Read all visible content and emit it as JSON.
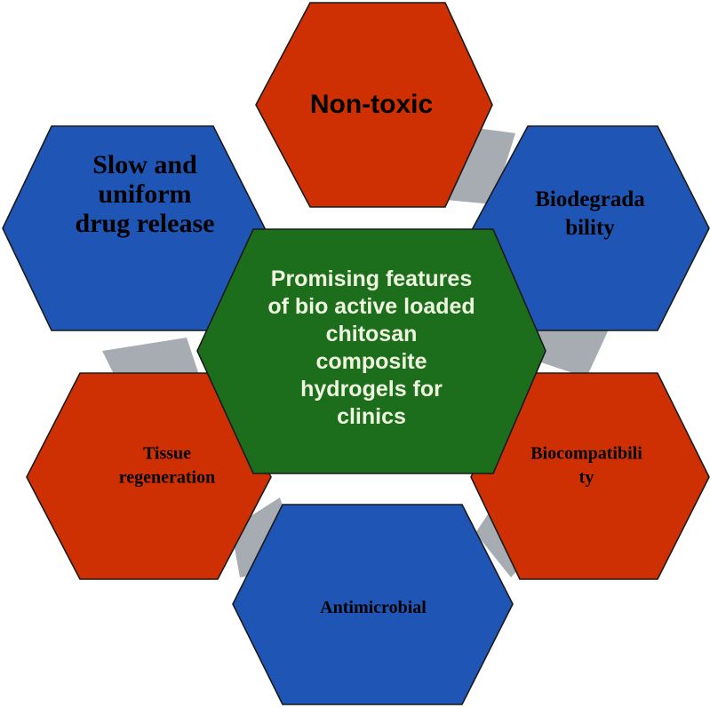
{
  "colors": {
    "red": "#cf3003",
    "blue": "#1f55b5",
    "green": "#1d6e1c",
    "connector": "#a7abb2",
    "center_text": "#eef6df",
    "outer_text": "#000000"
  },
  "center": {
    "lines": [
      "Promising features",
      "of bio active loaded",
      "chitosan",
      "composite",
      "hydrogels for",
      "clinics"
    ]
  },
  "features": [
    {
      "id": "non-toxic",
      "color": "red",
      "lines": [
        "Non-toxic"
      ]
    },
    {
      "id": "biodegradability",
      "color": "blue",
      "lines": [
        "Biodegrada",
        "bility"
      ]
    },
    {
      "id": "biocompatibility",
      "color": "red",
      "lines": [
        "Biocompatibili",
        "ty"
      ]
    },
    {
      "id": "antimicrobial",
      "color": "blue",
      "lines": [
        "Antimicrobial"
      ]
    },
    {
      "id": "tissue-regeneration",
      "color": "red",
      "lines": [
        "Tissue",
        "regeneration"
      ]
    },
    {
      "id": "slow-release",
      "color": "blue",
      "lines": [
        "Slow and",
        "uniform",
        "drug release"
      ]
    }
  ]
}
